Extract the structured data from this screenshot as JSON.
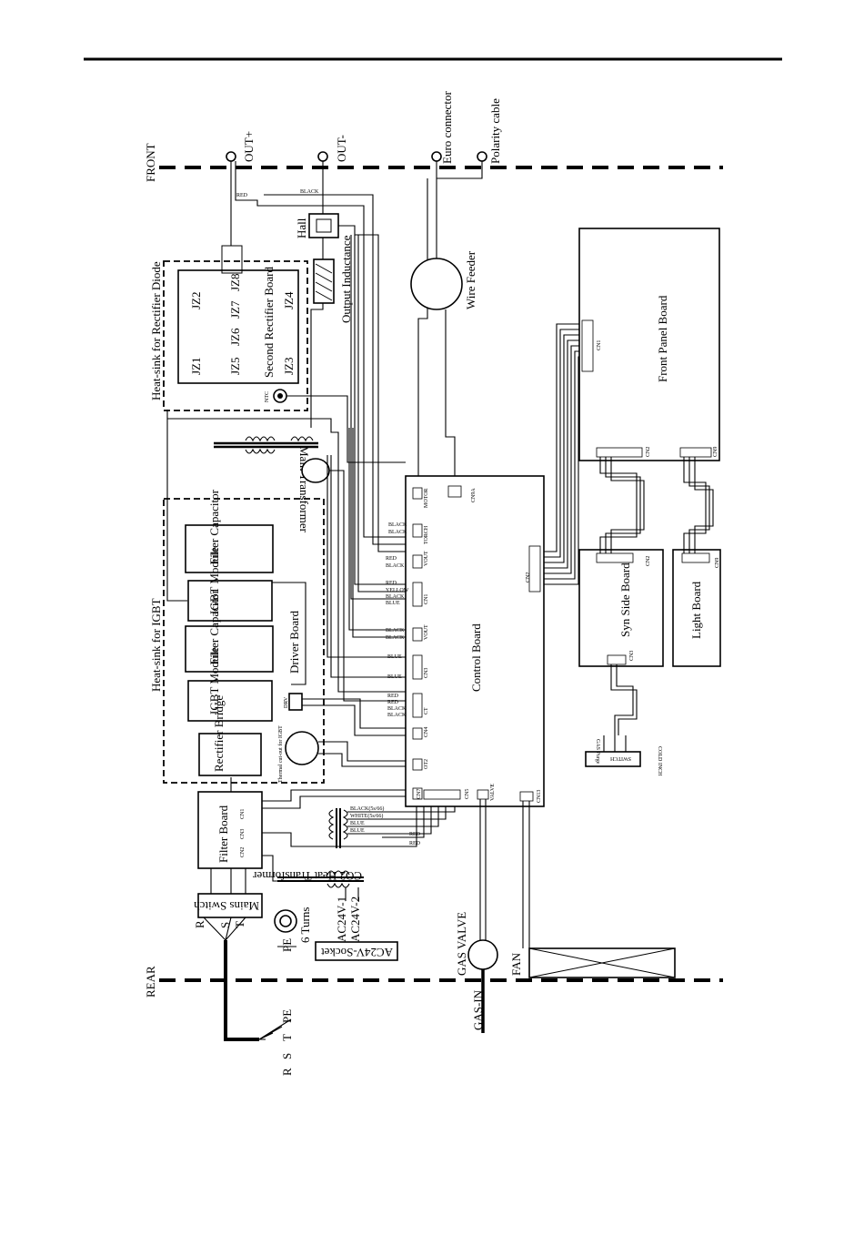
{
  "sides": {
    "front": "FRONT",
    "rear": "REAR"
  },
  "top": {
    "out_plus": "OUT+",
    "out_minus": "OUT-",
    "euro_connector": "Euro connector",
    "polarity_cable": "Polarity cable"
  },
  "wire_colors": {
    "red": "RED",
    "black": "BLACK",
    "yellow": "YELLOW",
    "blue": "BLUE",
    "blue_short": "BLUE"
  },
  "components": {
    "hall": "Hall",
    "output_inductance": "Output Inductance",
    "wire_feeder": "Wire Feeder",
    "heatsink_diode": "Heat-sink for Rectifier Diode",
    "second_rectifier": "Second Rectifier Board",
    "ntc": "NTC",
    "main_transformer": "Main Transformer",
    "heatsink_igbt": "Heat-sink for IGBT",
    "filter_capacitor": "Filter Capacitor",
    "igbt_module": "IGBT Module",
    "driver_board": "Driver Board",
    "rectifier_bridge": "Rectifier Bridge",
    "thermal_cutout": "Thermal cut-out for IGBT",
    "filter_board": "Filter Board",
    "mains_switch": "Mains Switch",
    "co2_transformer": "CO2 Heat Transformer",
    "ac24v_1": "AC24V-1",
    "ac24v_2": "AC24V-2",
    "ac24v_socket": "AC24V-Socket",
    "six_turns": "6 Turns",
    "pe": "PE",
    "control_board": "Control Board",
    "front_panel_board": "Front Panel Board",
    "syn_side_board": "Syn Side Board",
    "light_board": "Light Board",
    "gas_valve": "GAS VALVE",
    "gas_in": "GAS-IN",
    "fan": "FAN",
    "gas_purge": "GAS Purge",
    "cold_inch": "COLD INCH",
    "switch": "SWITCH"
  },
  "jz": [
    "JZ1",
    "JZ2",
    "JZ3",
    "JZ4",
    "JZ5",
    "JZ6",
    "JZ7",
    "JZ8"
  ],
  "connectors": {
    "motor": "MOTOR",
    "cn9a": "CN9A",
    "torch": "TORCH",
    "vout": "VOUT",
    "cn1": "CN1",
    "vout2": "VOUT",
    "cn3": "CN3",
    "ct": "CT",
    "cn4": "CN4",
    "ot2": "OT2",
    "cn7": "CN7",
    "cn5": "CN5",
    "valve": "VALVE",
    "cn13": "CN13",
    "cn2": "CN2",
    "drv": "DRV",
    "fp_cn1": "CN1",
    "fp_cn2": "CN2",
    "fp_cn9": "CN9",
    "syn_cn2": "CN2",
    "syn_cn3": "CN3",
    "light_cn": "CN9",
    "fb_cn1": "CN1",
    "fb_cn3": "CN3",
    "fb_cn2": "CN2"
  },
  "supply": {
    "r": "R",
    "s": "S",
    "t": "T",
    "pe": "PE"
  }
}
